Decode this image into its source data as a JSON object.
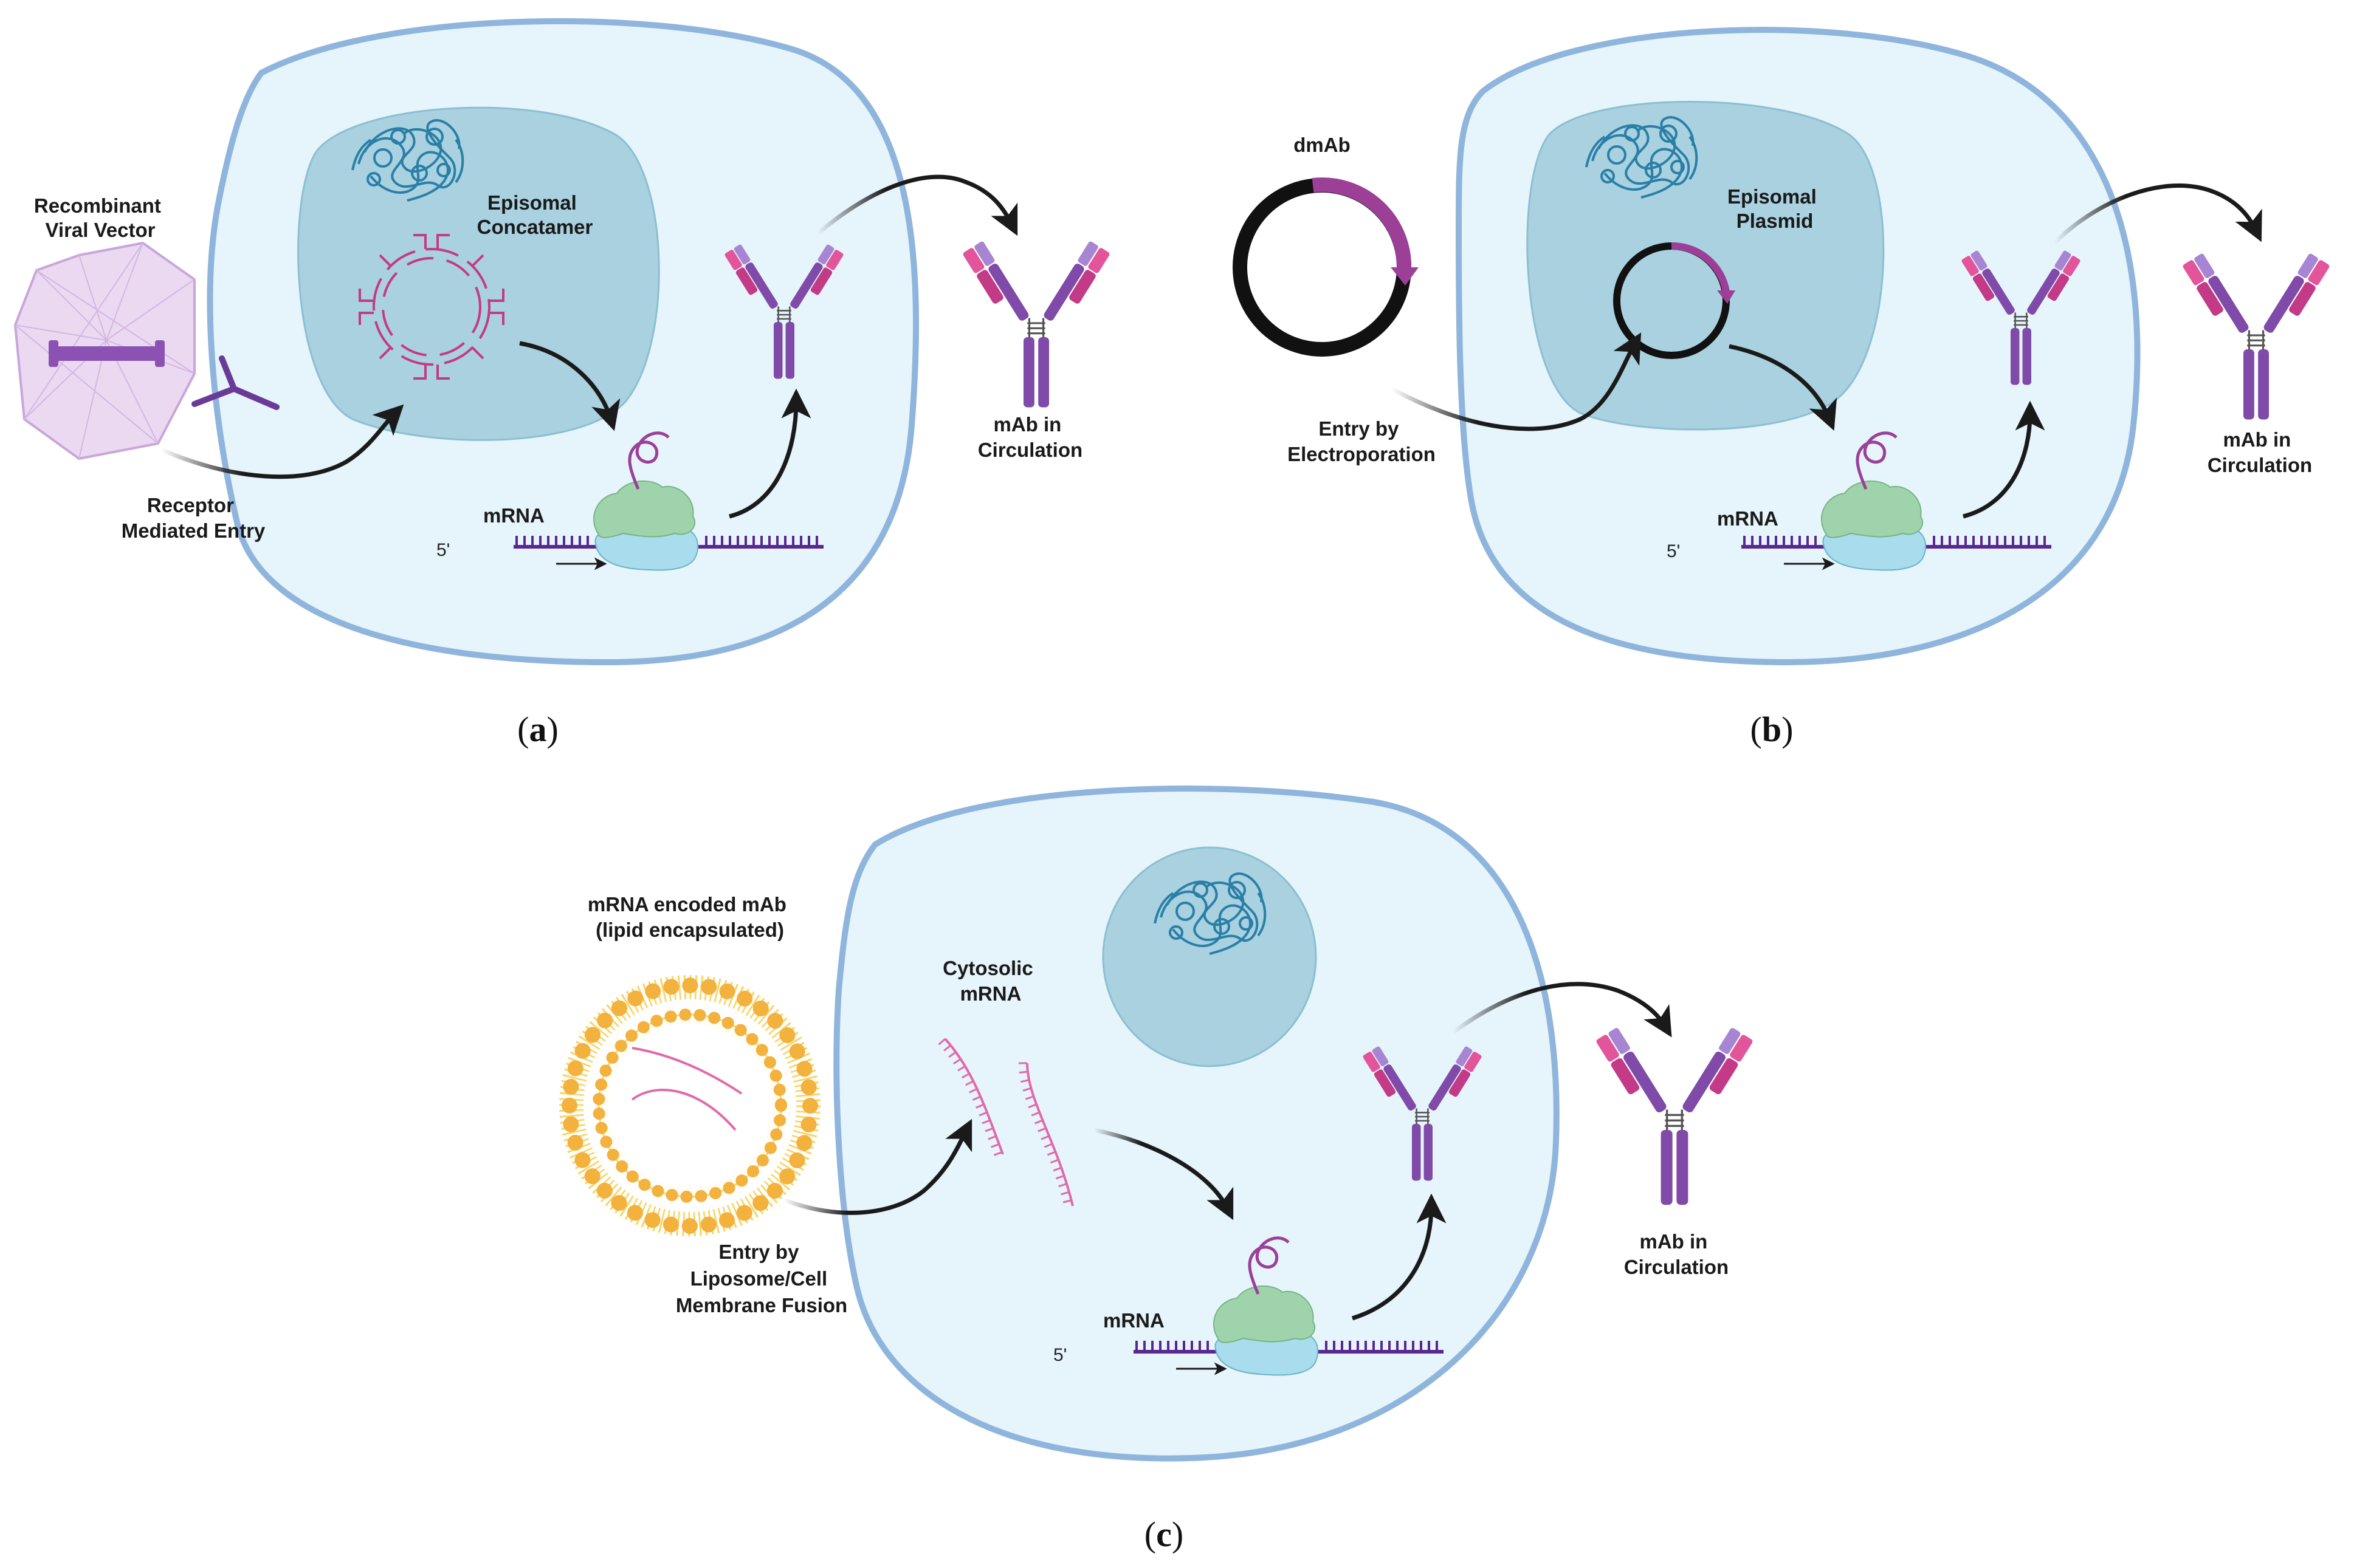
{
  "colors": {
    "cell_fill": "#e6f4fc",
    "cell_border": "#8fb5dc",
    "nucleus": "#a9d1e0",
    "dna": "#2a7fa6",
    "antibody_heavy": "#7f4aa8",
    "antibody_light_pink": "#e3559a",
    "antibody_light_magenta": "#c33a86",
    "antibody_lavender": "#a785d2",
    "ribosome_large": "#9fd3ab",
    "ribosome_small": "#a9dcec",
    "mrna": "#5a2791",
    "plasmid_insert": "#9b3f97",
    "lipid_head": "#f3b13e",
    "lipid_tail": "#f7d76b",
    "arrow": "#1a1a1a"
  },
  "panels": [
    {
      "caption_letter": "a",
      "entry_vector_label": [
        "Recombinant",
        "Viral Vector"
      ],
      "entry_route_label": [
        "Receptor",
        "Mediated Entry"
      ],
      "nucleus_label": [
        "Episomal",
        "Concatamer"
      ],
      "mrna_label": "mRNA",
      "five_prime": "5'",
      "output_label": [
        "mAb in",
        "Circulation"
      ],
      "icons": [
        "viral-capsid-icon",
        "receptor-icon",
        "concatamer-icon",
        "dna-icon",
        "ribosome-icon",
        "antibody-icon"
      ]
    },
    {
      "caption_letter": "b",
      "entry_vector_label": [
        "dmAb"
      ],
      "entry_route_label": [
        "Entry by",
        "Electroporation"
      ],
      "nucleus_label": [
        "Episomal",
        "Plasmid"
      ],
      "mrna_label": "mRNA",
      "five_prime": "5'",
      "output_label": [
        "mAb in",
        "Circulation"
      ],
      "icons": [
        "plasmid-icon",
        "dna-icon",
        "ribosome-icon",
        "antibody-icon"
      ]
    },
    {
      "caption_letter": "c",
      "entry_vector_label": [
        "mRNA encoded mAb",
        "(lipid encapsulated)"
      ],
      "entry_route_label": [
        "Entry by",
        "Liposome/Cell",
        "Membrane Fusion"
      ],
      "cytosol_label": [
        "Cytosolic",
        "mRNA"
      ],
      "mrna_label": "mRNA",
      "five_prime": "5'",
      "output_label": [
        "mAb in",
        "Circulation"
      ],
      "icons": [
        "liposome-icon",
        "mrna-strand-icon",
        "dna-icon",
        "ribosome-icon",
        "antibody-icon"
      ]
    }
  ]
}
